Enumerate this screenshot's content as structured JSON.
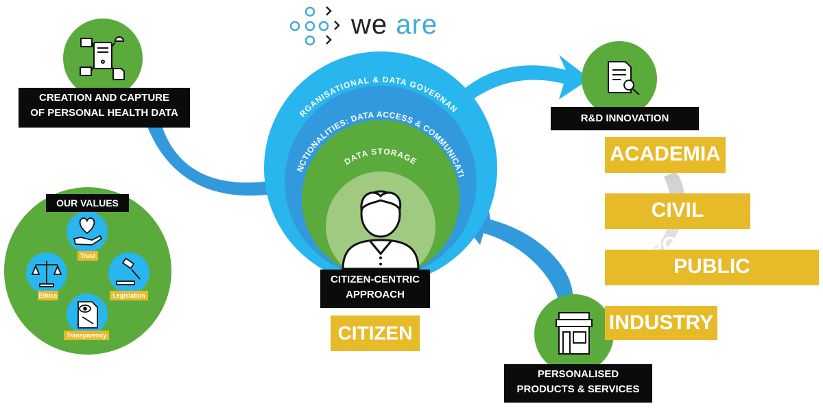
{
  "brand": {
    "word1": "we",
    "word2": "are"
  },
  "colors": {
    "green": "#5aaa3c",
    "cyan": "#29b6ee",
    "blue": "#3399dd",
    "gold": "#e7ba2a",
    "black": "#0b0b0b"
  },
  "capture": {
    "line1": "CREATION AND CAPTURE",
    "line2": "OF PERSONAL HEALTH DATA",
    "icon": "network-servers-icon"
  },
  "values": {
    "title": "OUR VALUES",
    "items": [
      {
        "label": "Trust",
        "icon": "heart-hand-icon"
      },
      {
        "label": "Ethics",
        "icon": "scales-icon"
      },
      {
        "label": "Legislation",
        "icon": "gavel-icon"
      },
      {
        "label": "Transparency",
        "icon": "document-eye-icon"
      }
    ]
  },
  "rings": {
    "outer": "ORGANISATIONAL & DATA GOVERNANCE",
    "middle": "FUNCTIONALITIES: DATA ACCESS & COMMUNICATION",
    "inner": "DATA STORAGE"
  },
  "center": {
    "line1": "CITIZEN-CENTRIC",
    "line2": "APPROACH",
    "citizen": "CITIZEN",
    "icon": "person-icon"
  },
  "rd": {
    "label": "R&D INNOVATION",
    "icon": "document-search-icon"
  },
  "sectors": [
    "ACADEMIA",
    "CIVIL SOCIETY",
    "PUBLIC AUTHORITIES",
    "INDUSTRY"
  ],
  "products": {
    "line1": "PERSONALISED",
    "line2": "PRODUCTS & SERVICES",
    "icon": "storefront-icon"
  }
}
